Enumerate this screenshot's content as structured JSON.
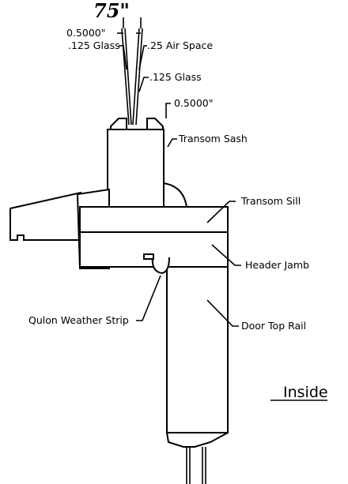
{
  "header_note": "75\"",
  "labels": {
    "dim_top": "0.5000\"",
    "glass_outer": ".125 Glass",
    "air_space": ".25 Air Space",
    "glass_inner": ".125 Glass",
    "dim_right": "0.5000\"",
    "transom_sash": "Transom Sash",
    "transom_sill": "Transom Sill",
    "header_jamb": "Header Jamb",
    "weather_strip": "Qulon Weather Strip",
    "door_top_rail": "Door Top Rail",
    "inside": "Inside"
  }
}
